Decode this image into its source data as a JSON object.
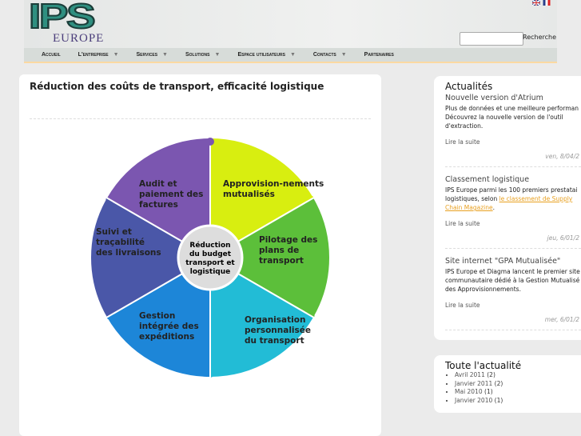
{
  "header": {
    "logo_main": "IPS",
    "logo_sub": "EUROPE",
    "search_placeholder": "",
    "search_label": "Recherche",
    "languages": [
      "en",
      "fr"
    ]
  },
  "nav": [
    {
      "label": "Accueil",
      "dropdown": false
    },
    {
      "label": "L'entreprise",
      "dropdown": true
    },
    {
      "label": "Services",
      "dropdown": true
    },
    {
      "label": "Solutions",
      "dropdown": true
    },
    {
      "label": "Espace utilisateurs",
      "dropdown": true
    },
    {
      "label": "Contacts",
      "dropdown": true
    },
    {
      "label": "Partenaires",
      "dropdown": false
    }
  ],
  "main": {
    "title": "Réduction des coûts de transport, efficacité logistique",
    "diagram": {
      "center": "Réduction du budget transport et logistique",
      "segments": [
        {
          "label": "Approvision-nements mutualisés",
          "color": "#d8ee10"
        },
        {
          "label": "Pilotage des plans de transport",
          "color": "#5cbf3a"
        },
        {
          "label": "Organisation personnalisée du transport",
          "color": "#22bcd6"
        },
        {
          "label": "Gestion intégrée des expéditions",
          "color": "#1d86d8"
        },
        {
          "label": "Suivi et traçabilité des livraisons",
          "color": "#4a57a8"
        },
        {
          "label": "Audit et paiement des factures",
          "color": "#7b56b0"
        }
      ]
    }
  },
  "news": {
    "title": "Actualités",
    "more_label": "Lire la suite",
    "items": [
      {
        "title": "Nouvelle version d'Atrium",
        "lines": [
          "Plus de données et une meilleure performan",
          "Découvrez la nouvelle version de l'outil",
          "d'extraction."
        ],
        "date": "ven, 8/04/2"
      },
      {
        "title": "Classement logistique",
        "lines": [
          "IPS Europe parmi les 100 premiers prestatai"
        ],
        "pre": "logistiques, selon ",
        "link": "le classement de Supply",
        "link2": "Chain Magazine",
        "post": ".",
        "date": "jeu, 6/01/2"
      },
      {
        "title": "Site internet \"GPA Mutualisée\"",
        "lines": [
          "IPS Europe et Diagma lancent le premier site",
          "communautaire dédié à la Gestion Mutualisé",
          "des Approvisionnements."
        ],
        "date": "mer, 6/01/2"
      }
    ]
  },
  "archive": {
    "title": "Toute l'actualité",
    "items": [
      {
        "month": "Avril 2011",
        "count": "(2)"
      },
      {
        "month": "Janvier 2011",
        "count": "(2)"
      },
      {
        "month": "Mai 2010",
        "count": "(1)"
      },
      {
        "month": "Janvier 2010",
        "count": "(1)"
      }
    ]
  }
}
